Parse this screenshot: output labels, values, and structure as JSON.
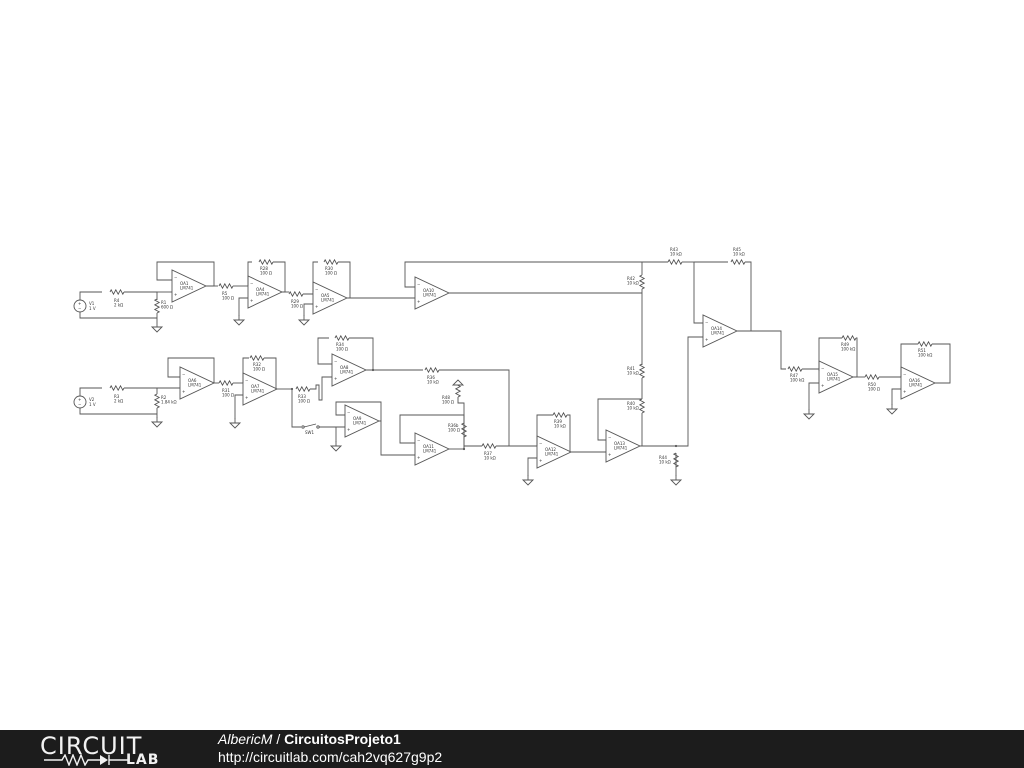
{
  "footer": {
    "logo_top": "CIRCUIT",
    "logo_bottom": "LAB",
    "author": "AlbericM",
    "separator": " / ",
    "project": "CircuitosProjeto1",
    "url": "http://circuitlab.com/cah2vq627g9p2"
  },
  "colors": {
    "footer_bg": "#1c1c1c",
    "wire": "#555555",
    "text": "#333333"
  },
  "schematic": {
    "sources": [
      {
        "name": "V1",
        "value": "1 V"
      },
      {
        "name": "V2",
        "value": "1 V"
      }
    ],
    "resistors": [
      {
        "name": "R4",
        "value": "2 kΩ"
      },
      {
        "name": "R1",
        "value": "600 Ω"
      },
      {
        "name": "R5",
        "value": "100 Ω"
      },
      {
        "name": "R28",
        "value": "100 Ω"
      },
      {
        "name": "R29",
        "value": "100 Ω"
      },
      {
        "name": "R30",
        "value": "100 Ω"
      },
      {
        "name": "R3",
        "value": "2 kΩ"
      },
      {
        "name": "R2",
        "value": "1.84 kΩ"
      },
      {
        "name": "R31",
        "value": "100 Ω"
      },
      {
        "name": "R32",
        "value": "100 Ω"
      },
      {
        "name": "R33",
        "value": "100 Ω"
      },
      {
        "name": "R34",
        "value": "100 Ω"
      },
      {
        "name": "R36",
        "value": "10 kΩ"
      },
      {
        "name": "R48",
        "value": "100 Ω"
      },
      {
        "name": "R36b",
        "value": "100 Ω"
      },
      {
        "name": "R37",
        "value": "10 kΩ"
      },
      {
        "name": "R39",
        "value": "10 kΩ"
      },
      {
        "name": "R43",
        "value": "10 kΩ"
      },
      {
        "name": "R42",
        "value": "10 kΩ"
      },
      {
        "name": "R41",
        "value": "10 kΩ"
      },
      {
        "name": "R40",
        "value": "10 kΩ"
      },
      {
        "name": "R44",
        "value": "10 kΩ"
      },
      {
        "name": "R45",
        "value": "10 kΩ"
      },
      {
        "name": "R47",
        "value": "100 kΩ"
      },
      {
        "name": "R49",
        "value": "100 kΩ"
      },
      {
        "name": "R50",
        "value": "100 Ω"
      },
      {
        "name": "R51",
        "value": "100 kΩ"
      }
    ],
    "opamps": [
      {
        "name": "OA1",
        "model": "LM741"
      },
      {
        "name": "OA4",
        "model": "LM741"
      },
      {
        "name": "OA5",
        "model": "LM741"
      },
      {
        "name": "OA10",
        "model": "LM741"
      },
      {
        "name": "OA6",
        "model": "LM741"
      },
      {
        "name": "OA7",
        "model": "LM741"
      },
      {
        "name": "OA8",
        "model": "LM741"
      },
      {
        "name": "OA9",
        "model": "LM741"
      },
      {
        "name": "OA11",
        "model": "LM741"
      },
      {
        "name": "OA12",
        "model": "LM741"
      },
      {
        "name": "OA13",
        "model": "LM741"
      },
      {
        "name": "OA14",
        "model": "LM741"
      },
      {
        "name": "OA15",
        "model": "LM741"
      },
      {
        "name": "OA16",
        "model": "LM741"
      }
    ],
    "switches": [
      {
        "name": "SW1"
      }
    ]
  }
}
